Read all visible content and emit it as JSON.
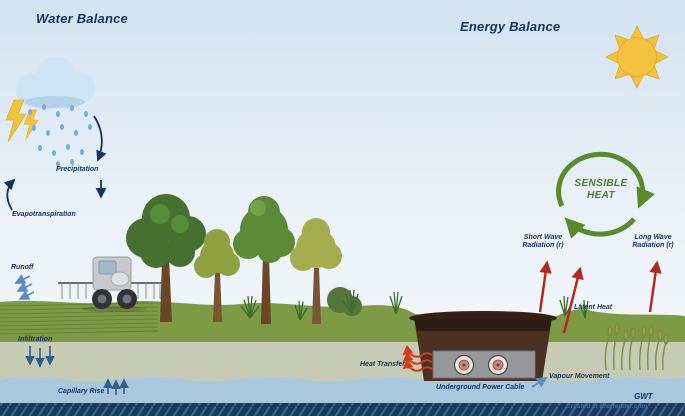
{
  "titles": {
    "water": "Water Balance",
    "energy": "Energy Balance"
  },
  "water": {
    "precipitation": "Precipitation",
    "evapotranspiration": "Evapotranspiration",
    "runoff": "Runoff",
    "infiltration": "Infiltration",
    "capillary_rise": "Capillary Rise",
    "gwt": "GWT"
  },
  "energy": {
    "sensible_line1": "SENSIBLE",
    "sensible_line2": "HEAT",
    "short_wave_line1": "Short Wave",
    "short_wave_line2": "Radiation (r)",
    "long_wave_line1": "Long Wave",
    "long_wave_line2": "Radiation (r)",
    "latent_heat": "Latent Heat"
  },
  "cable": {
    "heat_transfer": "Heat Transfer",
    "underground_power_cable": "Underground Power Cable",
    "vapour_movement": "Vapour Movement"
  },
  "watermark": "Created in BioRender.com",
  "colors": {
    "label_navy": "#16335e",
    "sensible_green": "#4e7d28",
    "radiation_red": "#b5281e",
    "sun_yellow": "#f2c23e",
    "grass_green": "#7d9b45",
    "soil_pit_brown": "#4a3122",
    "water_blue": "#a9c8de",
    "gwt_navy": "#1c3a5c"
  }
}
